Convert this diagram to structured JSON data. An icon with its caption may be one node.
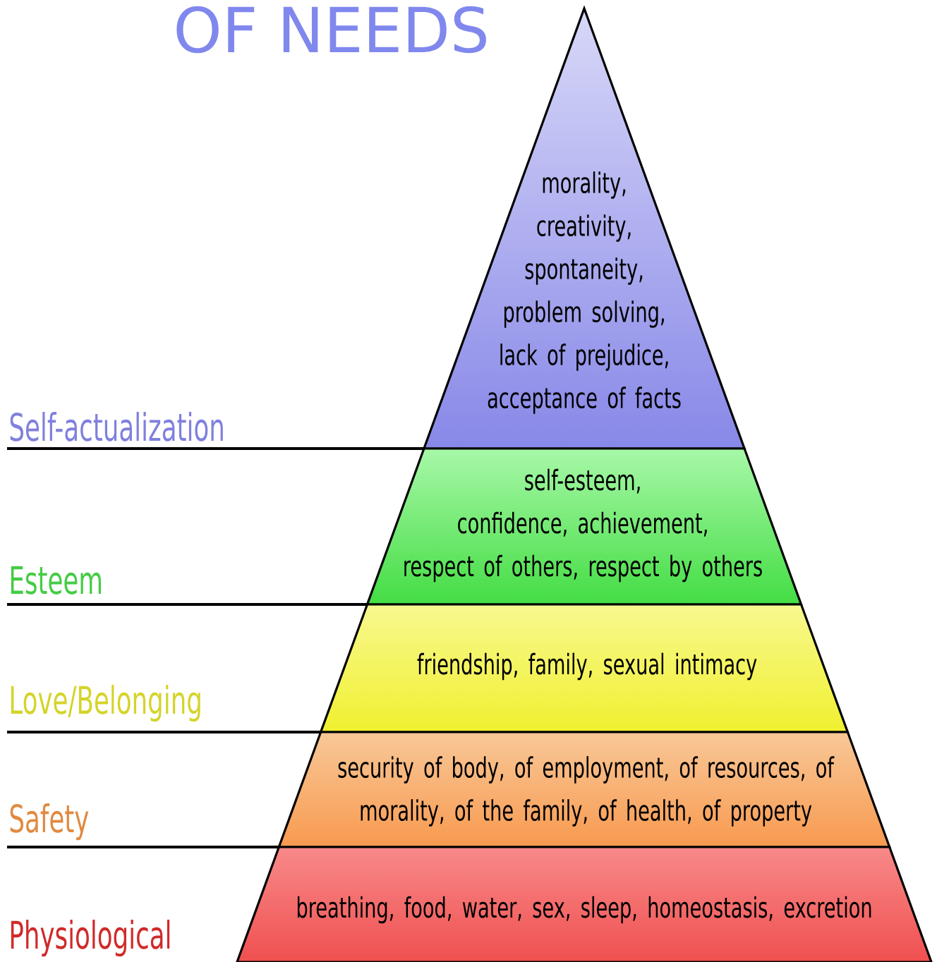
{
  "diagram": {
    "title": "OF NEEDS",
    "nodes": [
      {
        "text": [
          "morality, creativity, spontaneity, problem solving, lack of prejudice, acceptance of facts"
        ]
      },
      {
        "text": [
          "self-esteem, confidence, achievement, respect of others, respect by others"
        ]
      },
      {
        "text": [
          "friendship, family, sexual intimacy"
        ]
      },
      {
        "text": [
          "security of body, of employment, of resources, of morality, of the family, of health, of property"
        ]
      },
      {
        "text": [
          "breathing, food, water, sex, sleep, homeostasis, excretion"
        ]
      }
    ],
    "labels": [
      "Self-actualization",
      "Esteem",
      "Love/Belonging",
      "Safety",
      "Physiological"
    ]
  }
}
